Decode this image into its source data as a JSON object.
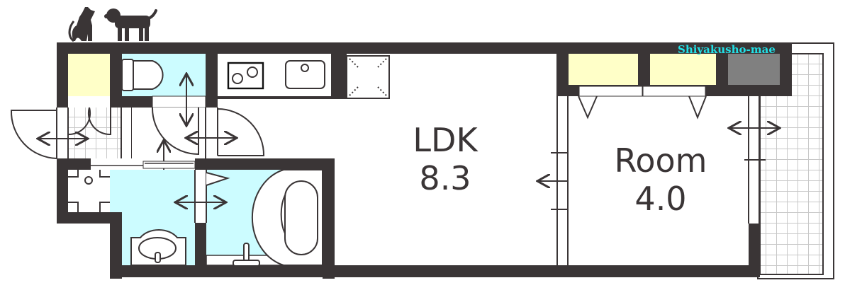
{
  "watermark": {
    "text": "Shiyakusho-mae",
    "color": "#22e0e6"
  },
  "colors": {
    "wall": "#3a3536",
    "wet_area": "#ccfcff",
    "storage": "#ffffc8",
    "ac_unit": "#808080",
    "tile_grid": "#c8c8c8",
    "floor": "#ffffff"
  },
  "rooms": [
    {
      "id": "ldk",
      "name": "LDK",
      "size": "8.3"
    },
    {
      "id": "room",
      "name": "Room",
      "size": "4.0"
    }
  ],
  "icons": {
    "pets": [
      "cat-icon",
      "dog-icon"
    ],
    "fixtures": [
      "toilet-icon",
      "stove-icon",
      "sink-icon",
      "fridge-space-icon",
      "washbasin-icon",
      "bathtub-icon",
      "faucet-icon",
      "washer-space-icon",
      "shoe-box-icon"
    ]
  }
}
